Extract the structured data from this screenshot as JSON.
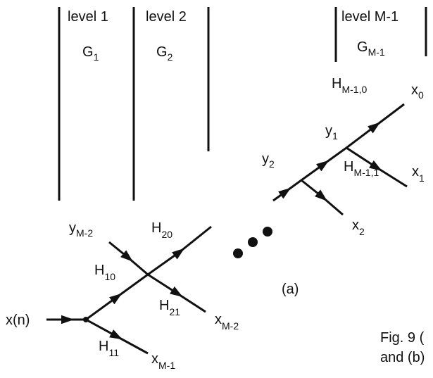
{
  "levels": {
    "level1": "level 1",
    "level2": "level 2",
    "levelM1": "level M-1",
    "g1": {
      "base": "G",
      "sub": "1"
    },
    "g2": {
      "base": "G",
      "sub": "2"
    },
    "gM1": {
      "base": "G",
      "sub": "M-1"
    }
  },
  "signals": {
    "input": "x(n)",
    "yM2": {
      "base": "y",
      "sub": "M-2"
    },
    "y1": {
      "base": "y",
      "sub": "1"
    },
    "y2": {
      "base": "y",
      "sub": "2"
    },
    "xM2": {
      "base": "x",
      "sub": "M-2"
    },
    "xM1": {
      "base": "x",
      "sub": "M-1"
    },
    "x0": {
      "base": "x",
      "sub": "0"
    },
    "x1": {
      "base": "x",
      "sub": "1"
    },
    "x2": {
      "base": "x",
      "sub": "2"
    }
  },
  "filters": {
    "h10": {
      "base": "H",
      "sub": "10"
    },
    "h11": {
      "base": "H",
      "sub": "11"
    },
    "h20": {
      "base": "H",
      "sub": "20"
    },
    "h21": {
      "base": "H",
      "sub": "21"
    },
    "hM10": {
      "base": "H",
      "sub": "M-1,0"
    },
    "hM11": {
      "base": "H",
      "sub": "M-1,1"
    }
  },
  "panel_label": "(a)",
  "caption": {
    "line1": "Fig. 9 (",
    "line2": "and (b)"
  }
}
